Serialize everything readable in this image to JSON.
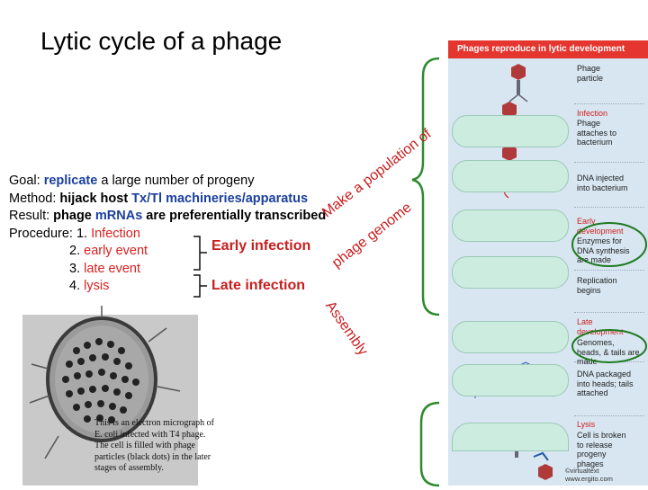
{
  "title": "Lytic cycle of a phage",
  "goal": {
    "goal_prefix": "Goal: ",
    "goal_kw": "replicate",
    "goal_rest": " a large number of progeny",
    "method_prefix": "Method: ",
    "method_kw1": "hijack host ",
    "method_kw2": "Tx/Tl machineries/apparatus",
    "result_prefix": "Result: ",
    "result_kw1": "phage ",
    "result_kw2": "mRNAs",
    "result_kw3": " are preferentially transcribed",
    "procedure_prefix": "Procedure: 1.  ",
    "step1": "Infection",
    "step2_num": "2.  ",
    "step2": "early event",
    "step3_num": "3.  ",
    "step3": "late event",
    "step4_num": "4.  ",
    "step4": "lysis"
  },
  "phases": {
    "early": "Early infection",
    "late": "Late infection"
  },
  "arc_texts": {
    "make_a_population_of": "Make a population of",
    "phage_genome": "phage genome",
    "assembly": "Assembly"
  },
  "micrograph": {
    "caption": "This is an electron micrograph of E. coli infected with T4 phage. The cell is filled with phage particles (black dots) in the later stages of assembly."
  },
  "diagram": {
    "header": "Phages reproduce in lytic development",
    "labels": [
      {
        "text": "Phage particle",
        "red": false
      },
      {
        "text": "Infection",
        "red": true
      },
      {
        "text": "Phage attaches to bacterium",
        "red": false
      },
      {
        "text": "DNA injected into bacterium",
        "red": false
      },
      {
        "text": "Early development",
        "red": true
      },
      {
        "text": "Enzymes for DNA synthesis are made",
        "red": false
      },
      {
        "text": "Replication begins",
        "red": false
      },
      {
        "text": "Late development",
        "red": true
      },
      {
        "text": "Genomes, heads, & tails are made",
        "red": false
      },
      {
        "text": "DNA packaged into heads; tails attached",
        "red": false
      },
      {
        "text": "Lysis",
        "red": true
      },
      {
        "text": "Cell is broken to release progeny phages",
        "red": false
      }
    ],
    "footer": "©virtualtext  www.ergito.com"
  },
  "colors": {
    "title": "#000000",
    "red_accent": "#c81e1e",
    "blue_keyword": "#1a3f9e",
    "green_keyword": "#1f7a1f",
    "bracket_green": "#2e8b2e",
    "diagram_bg": "#d7e6f1",
    "cell_fill": "#ccecdf"
  }
}
